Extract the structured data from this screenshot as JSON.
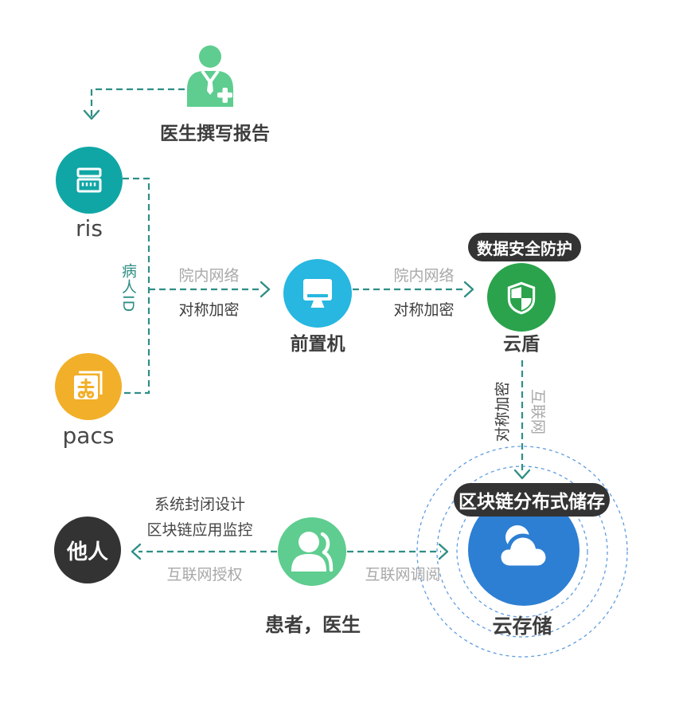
{
  "diagram": {
    "nodes": {
      "doctor": {
        "label": "医生撰写报告"
      },
      "ris": {
        "label": "ris"
      },
      "pacs": {
        "label": "pacs"
      },
      "frontend": {
        "label": "前置机"
      },
      "cloud_shield": {
        "label": "云盾",
        "badge": "数据安全防护"
      },
      "cloud_storage": {
        "label": "云存储",
        "badge": "区块链分布式储存"
      },
      "others": {
        "label": "他人"
      },
      "patient": {
        "label": "患者，医生"
      }
    },
    "edges": {
      "patient_id": {
        "label": "病人ID"
      },
      "ris_to_frontend": {
        "top": "院内网络",
        "bottom": "对称加密"
      },
      "frontend_to_shield": {
        "top": "院内网络",
        "bottom": "对称加密"
      },
      "shield_to_storage": {
        "left": "对称加密",
        "right": "互联网"
      },
      "patient_to_others": {
        "line1": "系统封闭设计",
        "line2": "区块链应用监控",
        "below": "互联网授权"
      },
      "patient_to_storage": {
        "below": "互联网调阅"
      }
    },
    "colors": {
      "teal_line": "#2f8f85",
      "ris_circle": "#10a6a6",
      "pacs_circle": "#f2af29",
      "doctor_green": "#5ecd8f",
      "frontend_cyan": "#27b7e0",
      "shield_green": "#2aa34c",
      "storage_blue": "#2d7fd3",
      "dark_badge": "#333333",
      "ripple_blue": "#5f9ce0",
      "gray_text": "#a8a8a8",
      "dark_text": "#3d3d3d"
    }
  }
}
